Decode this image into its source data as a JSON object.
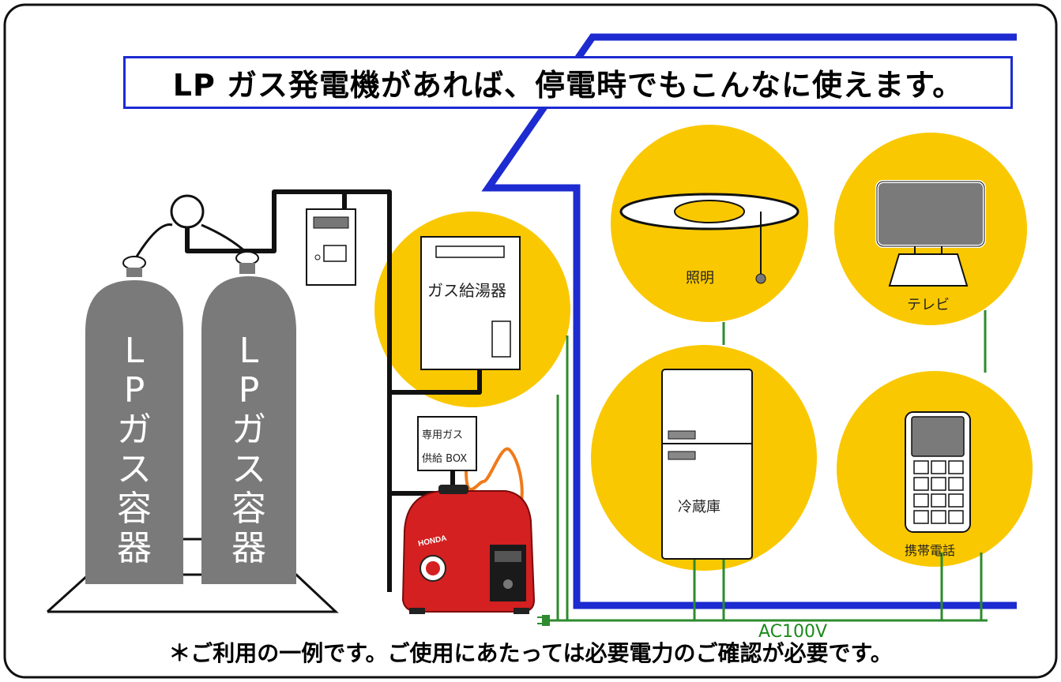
{
  "title": "LP ガス発電機があれば、停電時でもこんなに使えます。",
  "footnote": "＊ご利用の一例です。ご使用にあたっては必要電力のご確認が必要です。",
  "tanks": [
    {
      "label": [
        "L",
        "P",
        "ガ",
        "ス",
        "容",
        "器"
      ]
    },
    {
      "label": [
        "L",
        "P",
        "ガ",
        "ス",
        "容",
        "器"
      ]
    }
  ],
  "water_heater": "ガス給湯器",
  "gas_box": {
    "line1": "専用ガス",
    "line2": "供給 BOX"
  },
  "generator_brand": "HONDA",
  "appliances": {
    "light": "照明",
    "tv": "テレビ",
    "fridge": "冷蔵庫",
    "phone": "携帯電話"
  },
  "power_label": "AC100V",
  "colors": {
    "house_line": "#1d2bd0",
    "circle": "#fac800",
    "wire": "#2e8b2e",
    "gas_pipe": "#111111",
    "tank": "#7a7a7a",
    "hose": "#f07a1a",
    "generator": "#d42020"
  },
  "icons": [
    "meter-icon",
    "light-icon",
    "tv-icon",
    "fridge-icon",
    "phone-icon",
    "generator-icon",
    "plug-icon"
  ]
}
